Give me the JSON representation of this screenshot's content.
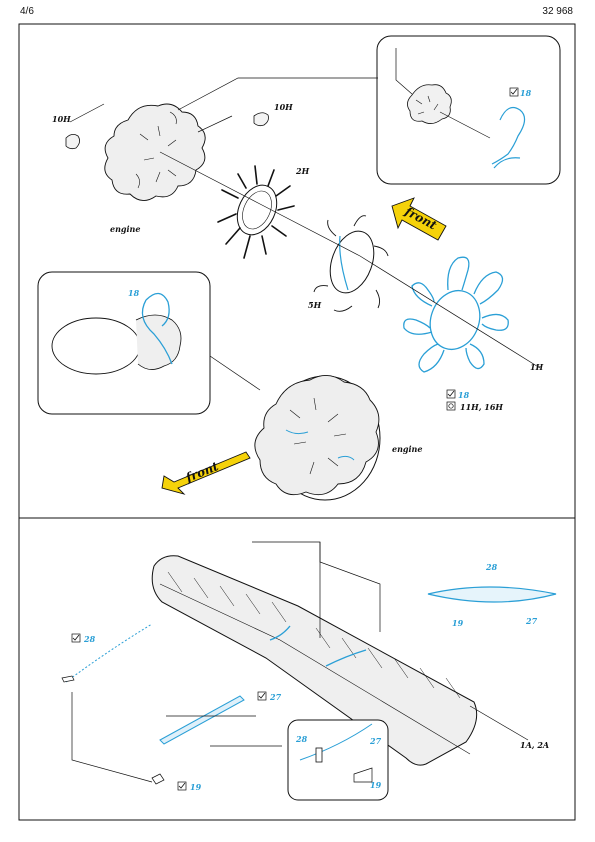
{
  "header": {
    "page": "4/6",
    "catalog": "32 968"
  },
  "top": {
    "labels": {
      "engine_left": "engine",
      "engine_bottom": "engine",
      "part_10h_a": "10H",
      "part_10h_b": "10H",
      "part_2h": "2H",
      "part_5h": "5H",
      "part_1h": "1H",
      "front_top": "front",
      "front_bottom": "front",
      "ref_18_a": "18",
      "ref_18_b": "18",
      "ref_18_c": "18",
      "ref_11h_16h": "11H, 16H"
    }
  },
  "bottom": {
    "labels": {
      "part_28_main": "28",
      "part_27_main": "27",
      "part_19_main": "19",
      "part_28_profile": "28",
      "part_19_profile": "19",
      "part_27_profile": "27",
      "part_28_detail": "28",
      "part_27_detail": "27",
      "part_19_detail": "19",
      "wing_ref": "1A, 2A"
    }
  },
  "colors": {
    "line": "#111111",
    "accent": "#2a9fd6",
    "arrow_fill": "#f5d20a"
  }
}
